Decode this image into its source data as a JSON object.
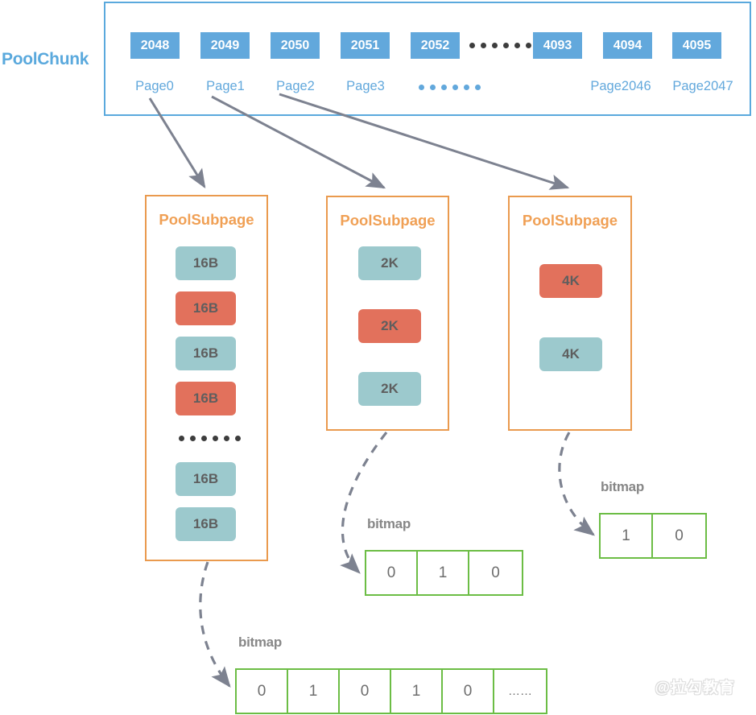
{
  "chunk": {
    "label": "PoolChunk",
    "accent_color": "#62a8dc",
    "cells": [
      {
        "id": "2048",
        "page": "Page0"
      },
      {
        "id": "2049",
        "page": "Page1"
      },
      {
        "id": "2050",
        "page": "Page2"
      },
      {
        "id": "2051",
        "page": "Page3"
      },
      {
        "id": "2052",
        "page": ""
      },
      {
        "id": "4093",
        "page": ""
      },
      {
        "id": "4094",
        "page": "Page2046"
      },
      {
        "id": "4095",
        "page": "Page2047"
      }
    ],
    "ellipsis": "••••••"
  },
  "subpages": [
    {
      "title": "PoolSubpage",
      "blocks": [
        {
          "label": "16B",
          "state": "free"
        },
        {
          "label": "16B",
          "state": "used"
        },
        {
          "label": "16B",
          "state": "free"
        },
        {
          "label": "16B",
          "state": "used"
        },
        {
          "label": "16B",
          "state": "free"
        },
        {
          "label": "16B",
          "state": "free"
        }
      ],
      "has_ellipsis": true
    },
    {
      "title": "PoolSubpage",
      "blocks": [
        {
          "label": "2K",
          "state": "free"
        },
        {
          "label": "2K",
          "state": "used"
        },
        {
          "label": "2K",
          "state": "free"
        }
      ],
      "has_ellipsis": false
    },
    {
      "title": "PoolSubpage",
      "blocks": [
        {
          "label": "4K",
          "state": "used"
        },
        {
          "label": "4K",
          "state": "free"
        }
      ],
      "has_ellipsis": false
    }
  ],
  "bitmaps": [
    {
      "label": "bitmap",
      "values": [
        "1",
        "0"
      ]
    },
    {
      "label": "bitmap",
      "values": [
        "0",
        "1",
        "0"
      ]
    },
    {
      "label": "bitmap",
      "values": [
        "0",
        "1",
        "0",
        "1",
        "0",
        "……"
      ]
    }
  ],
  "colors": {
    "chunk_blue": "#62a8dc",
    "subpage_orange": "#ea9a4e",
    "block_free_teal": "#9cc9cd",
    "block_used_red": "#e2715c",
    "bitmap_green": "#6cbd45",
    "arrow_gray": "#7d8290"
  },
  "watermark": "@拉勾教育"
}
